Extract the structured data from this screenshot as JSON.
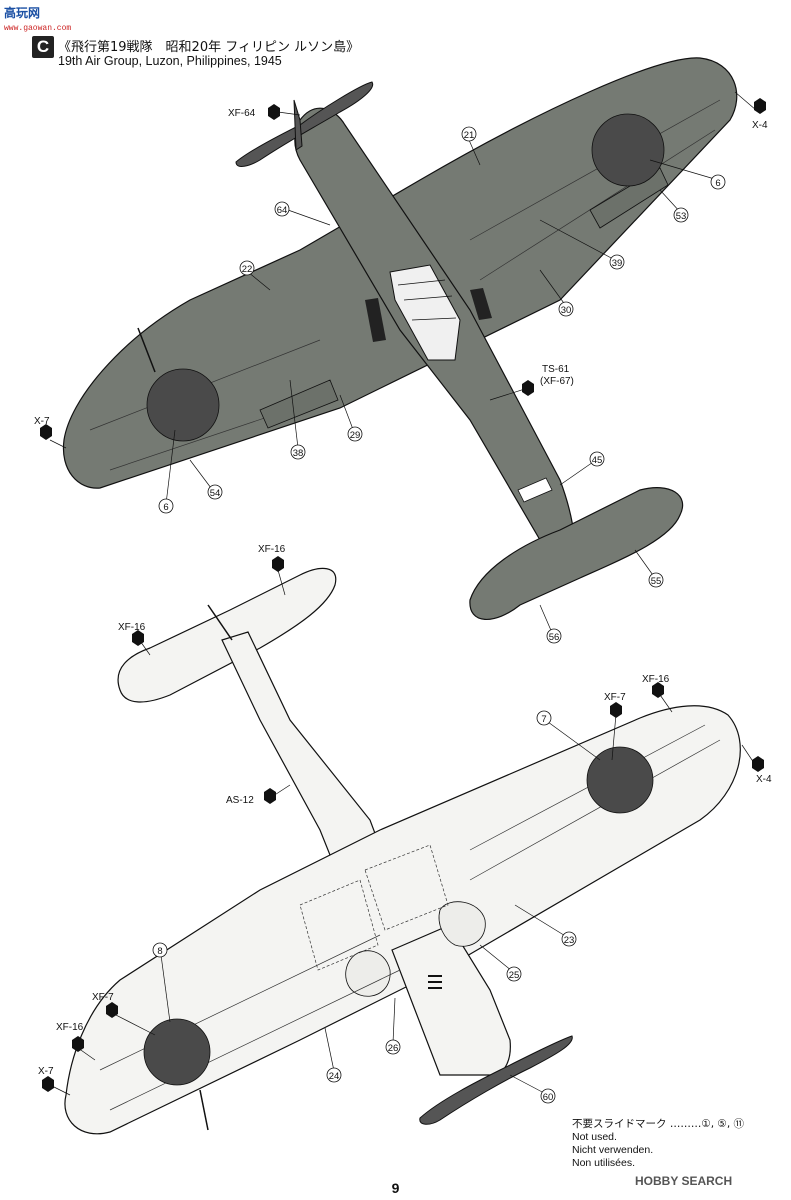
{
  "watermark": {
    "site_cn": "高玩网",
    "url": "www.gaowan.com"
  },
  "header": {
    "badge": "C",
    "title_jp": "《飛行第19戦隊　昭和20年 フィリピン ルソン島》",
    "title_en": "19th Air Group, Luzon, Philippines, 1945"
  },
  "top_view": {
    "paint_labels": {
      "xf64": "XF-64",
      "x4": "X-4",
      "x7": "X-7",
      "ts61_line1": "TS-61",
      "ts61_line2": "(XF-67)"
    },
    "decal_numbers": [
      "21",
      "6",
      "53",
      "64",
      "39",
      "22",
      "30",
      "38",
      "29",
      "6",
      "54",
      "45",
      "55",
      "56"
    ]
  },
  "bottom_view": {
    "paint_labels": {
      "xf16_tail": "XF-16",
      "xf16_left_stab": "XF-16",
      "xf16_right": "XF-16",
      "xf7_right": "XF-7",
      "x4_right": "X-4",
      "as12": "AS-12",
      "xf7_left": "XF-7",
      "xf16_left": "XF-16",
      "x7_left": "X-7"
    },
    "decal_numbers": [
      "7",
      "23",
      "25",
      "8",
      "26",
      "24",
      "60"
    ]
  },
  "footer": {
    "not_used_jp": "不要スライドマーク ………①, ⑤, ⑪",
    "not_used_en": "Not used.",
    "not_used_de": "Nicht verwenden.",
    "not_used_fr": "Non utilisées.",
    "page_number": "9",
    "hobbysearch": "HOBBY SEARCH"
  },
  "colors": {
    "dark_green_upper": "#757a73",
    "light_grey_lower": "#f4f4f2",
    "hinomaru": "#4a4a4a",
    "line": "#111111"
  }
}
